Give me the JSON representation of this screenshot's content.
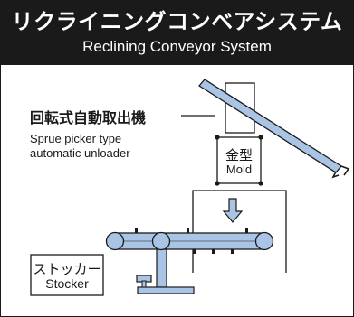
{
  "header": {
    "title_jp": "リクライニングコンベアシステム",
    "title_en": "Reclining Conveyor System"
  },
  "machine": {
    "label_jp": "回転式自動取出機",
    "label_en_line1": "Sprue picker type",
    "label_en_line2": "automatic unloader"
  },
  "mold": {
    "label_jp": "金型",
    "label_en": "Mold"
  },
  "stocker": {
    "label_jp": "ストッカー",
    "label_en": "Stocker"
  },
  "colors": {
    "header_bg": "#1a1a1a",
    "conveyor_fill": "#a9c4e4",
    "line": "#1a1a1a"
  }
}
